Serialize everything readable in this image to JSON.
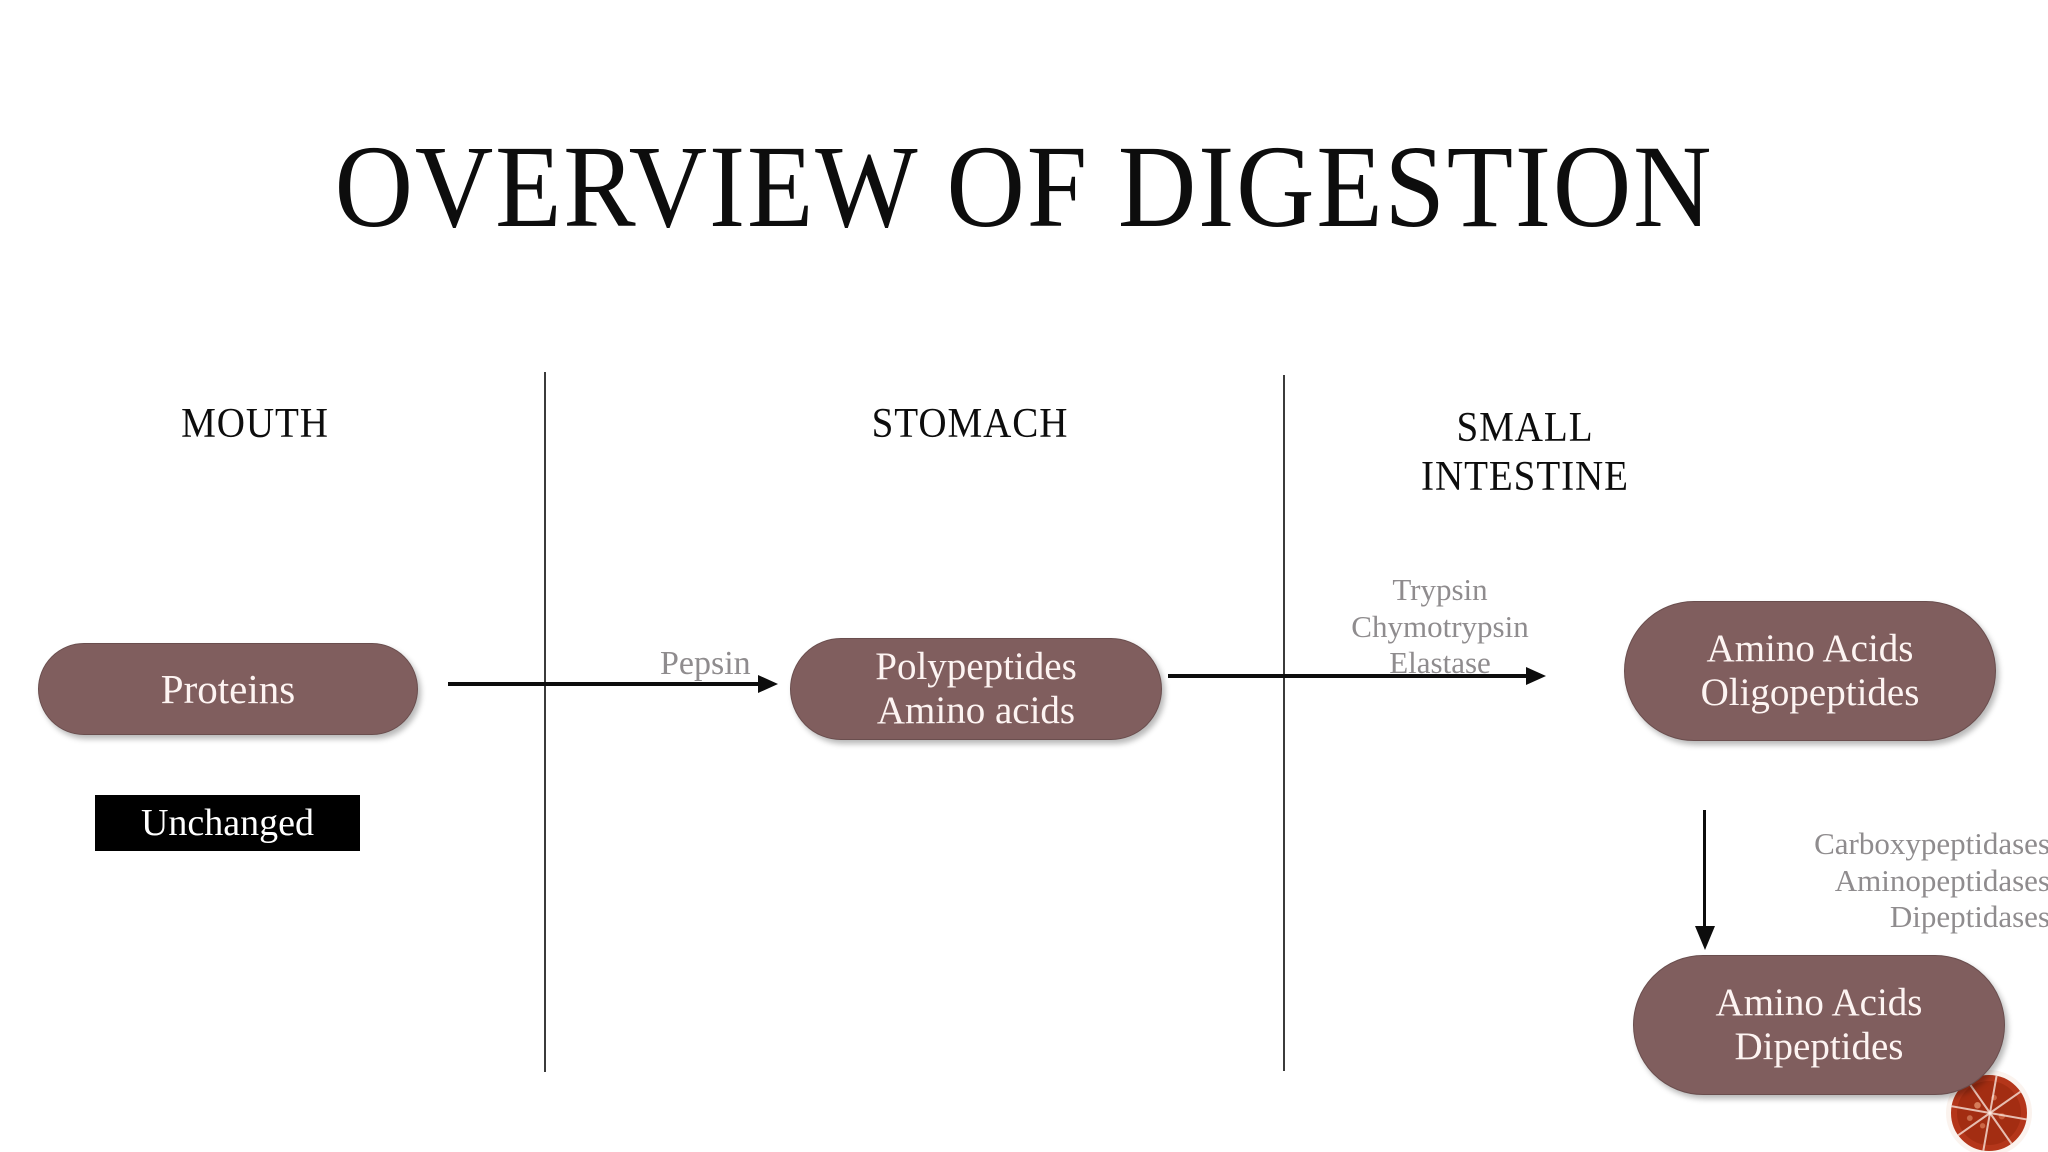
{
  "slide": {
    "title": "OVERVIEW OF DIGESTION",
    "background_color": "#ffffff",
    "accent_color": "#805e5e",
    "enzyme_text_color": "#8f8c8e",
    "tag_color": "#000000"
  },
  "columns": [
    {
      "id": "mouth",
      "label": "MOUTH"
    },
    {
      "id": "stomach",
      "label": "STOMACH"
    },
    {
      "id": "small-intestine",
      "label_line1": "SMALL",
      "label_line2": "INTESTINE"
    }
  ],
  "nodes": {
    "proteins": {
      "line1": "Proteins"
    },
    "polypeptides": {
      "line1": "Polypeptides",
      "line2": "Amino acids"
    },
    "amino_oligo": {
      "line1": "Amino Acids",
      "line2": "Oligopeptides"
    },
    "amino_dipeptides": {
      "line1": "Amino Acids",
      "line2": "Dipeptides"
    }
  },
  "tags": {
    "unchanged": "Unchanged"
  },
  "enzymes": {
    "pepsin": {
      "line1": "Pepsin"
    },
    "pancreatic": {
      "line1": "Trypsin",
      "line2": "Chymotrypsin",
      "line3": "Elastase"
    },
    "brush_border": {
      "line1": "Carboxypeptidases",
      "line2": "Aminopeptidases",
      "line3": "Dipeptidases"
    }
  },
  "decoration": {
    "orange_slice": "blood-orange-slice"
  }
}
